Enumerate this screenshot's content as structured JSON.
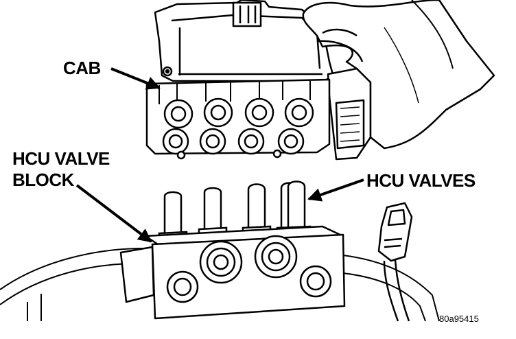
{
  "labels": {
    "cab": "CAB",
    "hcu_valve_block_line1": "HCU VALVE",
    "hcu_valve_block_line2": "BLOCK",
    "hcu_valves": "HCU VALVES",
    "figure_number": "80a95415"
  },
  "colors": {
    "ink": "#000000",
    "paper": "#ffffff"
  }
}
